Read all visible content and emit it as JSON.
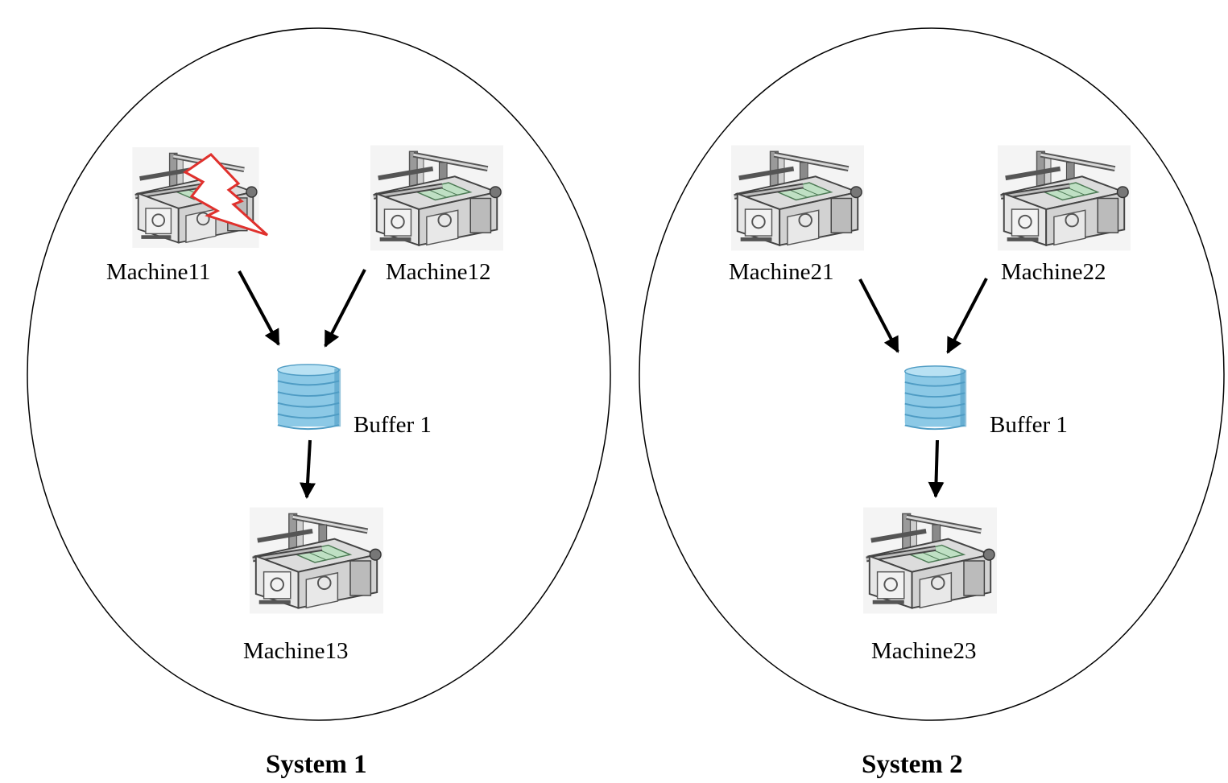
{
  "systems": [
    {
      "title": "System 1",
      "machines": [
        {
          "label": "Machine11",
          "failed": true
        },
        {
          "label": "Machine12",
          "failed": false
        },
        {
          "label": "Machine13",
          "failed": false
        }
      ],
      "buffer": {
        "label": "Buffer 1"
      }
    },
    {
      "title": "System 2",
      "machines": [
        {
          "label": "Machine21",
          "failed": false
        },
        {
          "label": "Machine22",
          "failed": false
        },
        {
          "label": "Machine23",
          "failed": false
        }
      ],
      "buffer": {
        "label": "Buffer 1"
      }
    }
  ],
  "colors": {
    "outline": "#000000",
    "failure_bolt": "#e0312d",
    "buffer_fill": "#8cc9e6",
    "buffer_dark": "#4f9cc4",
    "machine_body": "#e9e9e9",
    "machine_dark": "#6f6f6f",
    "machine_tray": "#bfe0c4"
  },
  "icons": [
    "machine-icon",
    "buffer-icon",
    "failure-bolt-icon",
    "flow-arrow"
  ]
}
